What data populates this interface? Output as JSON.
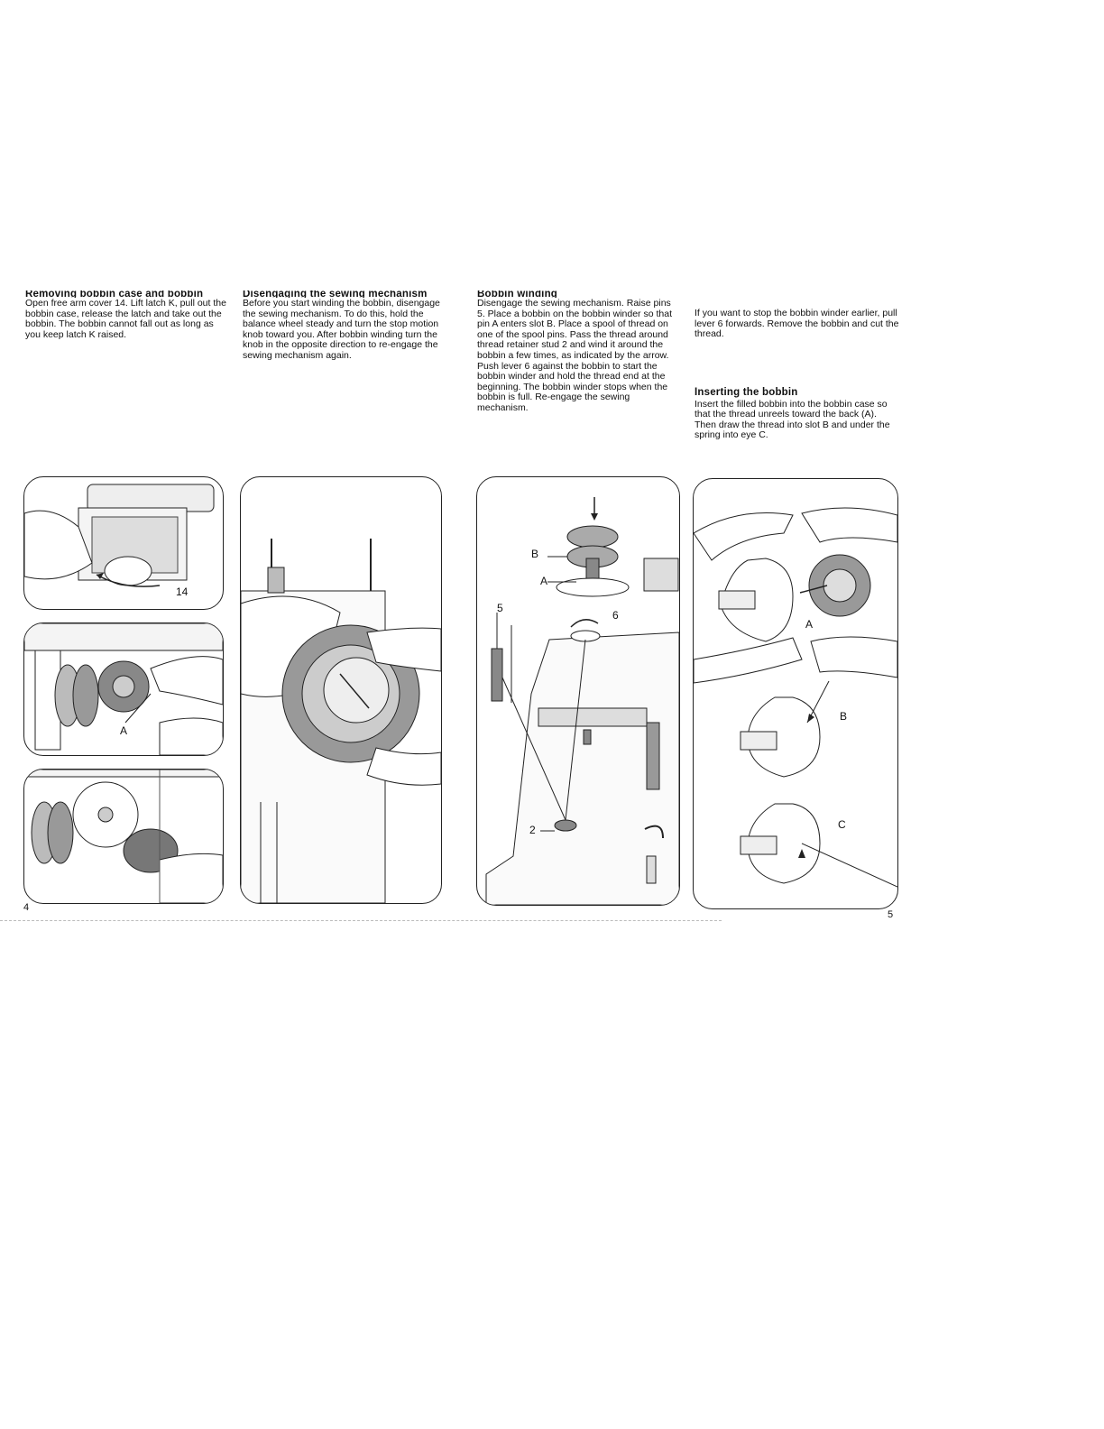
{
  "sections": {
    "removing": {
      "heading": "Removing bobbin case and bobbin",
      "text": "Open free arm cover 14. Lift latch K, pull out the bobbin case, release the latch and take out the bobbin. The bobbin cannot fall out as long as you keep latch K raised."
    },
    "disengaging": {
      "heading": "Disengaging the sewing mechanism",
      "text": "Before you start winding the bobbin, disengage the sewing mechanism. To do this, hold the balance wheel steady and turn the stop motion knob toward you. After bobbin winding turn the knob in the opposite direction to re-engage the sewing mechanism again."
    },
    "winding": {
      "heading": "Bobbin winding",
      "text": "Disengage the sewing mechanism. Raise pins 5. Place a bobbin on the bobbin winder so that pin A enters slot B. Place a spool of thread on one of the spool pins. Pass the thread around thread retainer stud 2 and wind it around the bobbin a few times, as indicated by the arrow. Push lever 6 against the bobbin to start the bobbin winder and hold the thread end at the beginning. The bobbin winder stops when the bobbin is full. Re-engage the sewing mechanism."
    },
    "stopping": {
      "text": "If you want to stop the bobbin winder earlier, pull lever 6 forwards. Remove the bobbin and cut the thread."
    },
    "inserting": {
      "heading": "Inserting the bobbin",
      "text": "Insert the filled bobbin into the bobbin case so that the thread unreels toward the back (A). Then draw the thread into slot B and under the spring into eye C."
    }
  },
  "labels": {
    "fig1_14": "14",
    "fig2_A": "A",
    "winder_B": "B",
    "winder_A": "A",
    "winder_5": "5",
    "winder_6": "6",
    "winder_2": "2",
    "insert_A": "A",
    "insert_B": "B",
    "insert_C": "C"
  },
  "page_numbers": {
    "left": "4",
    "right": "5"
  }
}
